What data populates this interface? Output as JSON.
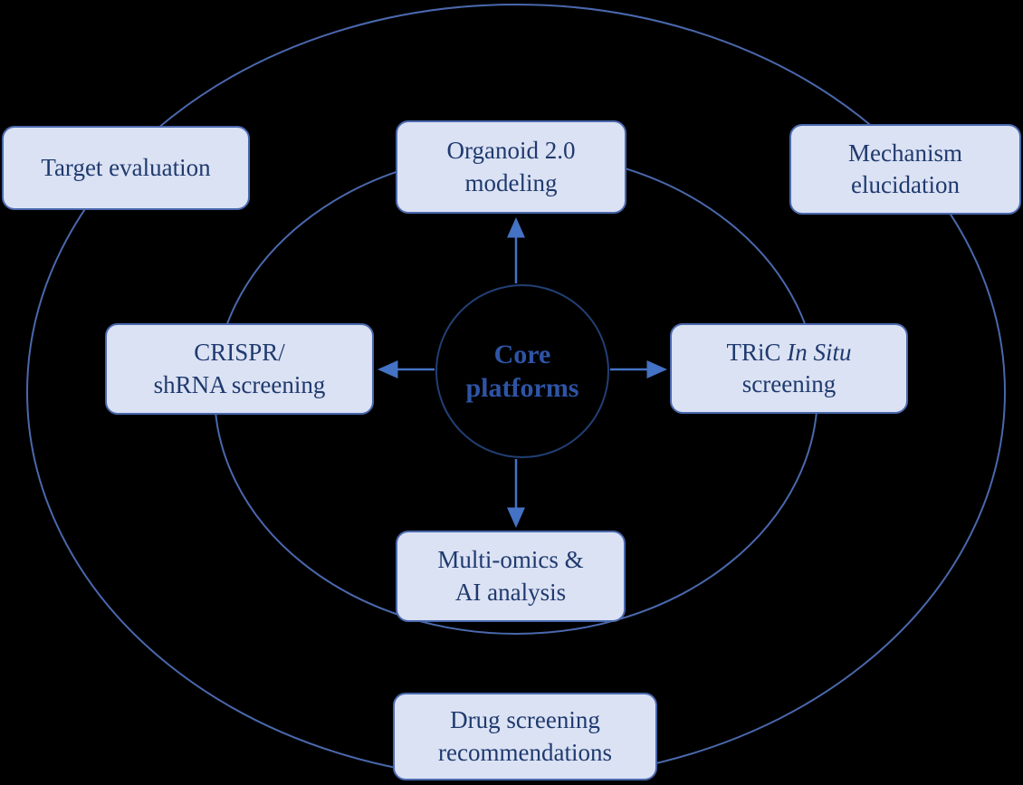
{
  "diagram": {
    "title": "Core platforms diagram",
    "type": "hub-and-spoke with concentric ellipses"
  },
  "colors": {
    "background": "#000000",
    "box_fill": "#dbe2f4",
    "box_border": "#4a68ad",
    "box_text": "#1f3a6e",
    "center_text": "#2e54a5",
    "ellipse_stroke": "#4a68ad",
    "circle_stroke": "#223f74",
    "arrow": "#4472c4"
  },
  "center": {
    "line1": "Core",
    "line2": "platforms"
  },
  "nodes": {
    "target_evaluation": {
      "line1": "Target evaluation"
    },
    "organoid": {
      "line1": "Organoid 2.0",
      "line2": "modeling"
    },
    "mechanism": {
      "line1": "Mechanism",
      "line2": "elucidation"
    },
    "crispr": {
      "line1": "CRISPR/",
      "line2": "shRNA screening"
    },
    "tric": {
      "prefix": "TRiC ",
      "italic": "In Situ",
      "line2": "screening"
    },
    "multiomics": {
      "line1": "Multi-omics &",
      "line2": "AI analysis"
    },
    "drug": {
      "line1": "Drug screening",
      "line2": "recommendations"
    }
  }
}
